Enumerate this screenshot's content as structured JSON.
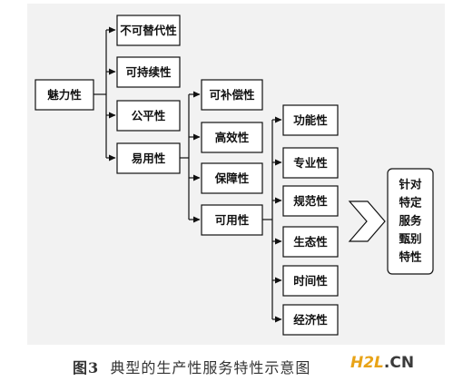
{
  "diagram": {
    "root": "魅力性",
    "level1": [
      "不可替代性",
      "可持续性",
      "公平性",
      "易用性"
    ],
    "level2": [
      "可补偿性",
      "高效性",
      "保障性",
      "可用性"
    ],
    "level3": [
      "功能性",
      "专业性",
      "规范性",
      "生态性",
      "时间性",
      "经济性"
    ],
    "result": [
      "针对",
      "特定",
      "服务",
      "甄别",
      "特性"
    ]
  },
  "caption": {
    "label": "图3",
    "text": "典型的生产性服务特性示意图"
  },
  "watermark": {
    "brand": "H2L",
    "suffix": ".CN"
  }
}
